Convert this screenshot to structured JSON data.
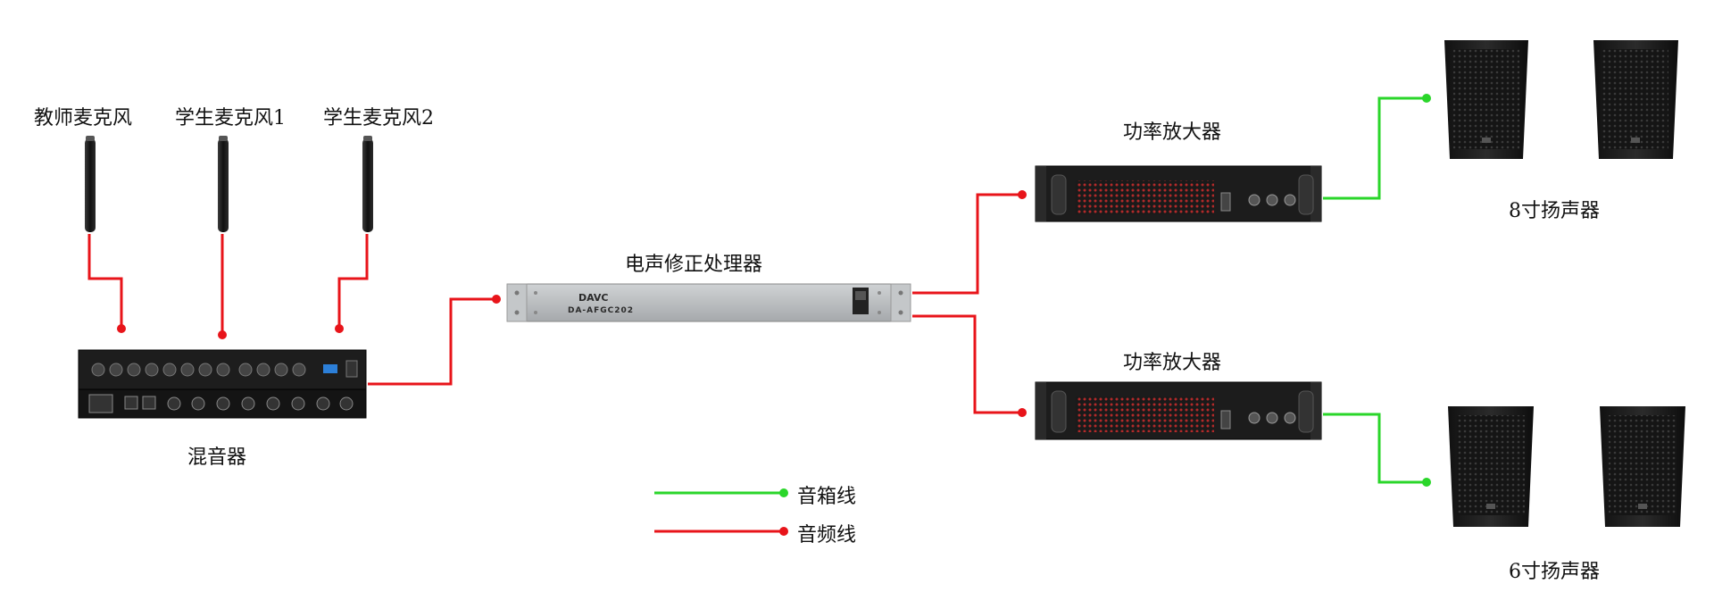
{
  "labels": {
    "mic_teacher": "教师麦克风",
    "mic_student1": "学生麦克风1",
    "mic_student2": "学生麦克风2",
    "mixer": "混音器",
    "processor": "电声修正处理器",
    "amp_top": "功率放大器",
    "amp_bottom": "功率放大器",
    "speakers_8": "8寸扬声器",
    "speakers_6": "6寸扬声器"
  },
  "device_text": {
    "processor_brand": "DAVC",
    "processor_model": "DA-AFGC202"
  },
  "legend": {
    "speaker_cable": "音箱线",
    "audio_cable": "音频线"
  },
  "colors": {
    "audio_line": "#e8141a",
    "speaker_line": "#2ad62a",
    "device_dark": "#1c1c1c",
    "processor_body": "#b9bcbf"
  }
}
